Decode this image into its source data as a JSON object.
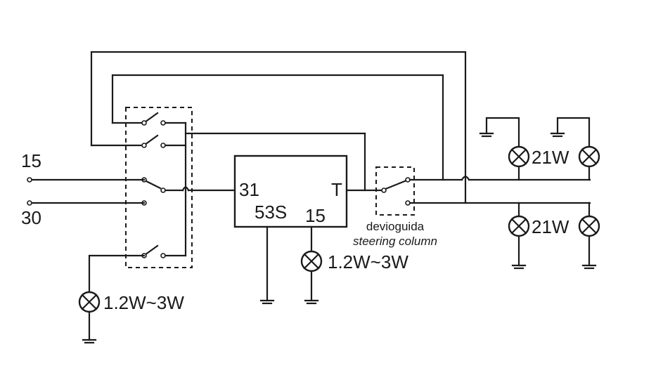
{
  "terminals": {
    "input_15": "15",
    "input_30": "30",
    "relay_31": "31",
    "relay_T": "T",
    "relay_53S": "53S",
    "relay_15": "15"
  },
  "lamps": {
    "left_indicator": "1.2W~3W",
    "center_indicator": "1.2W~3W",
    "front_pair": "21W",
    "rear_pair": "21W"
  },
  "switch_label": {
    "line1": "devioguida",
    "line2": "steering column"
  },
  "colors": {
    "ink": "#1a1a1a",
    "background": "#ffffff"
  }
}
